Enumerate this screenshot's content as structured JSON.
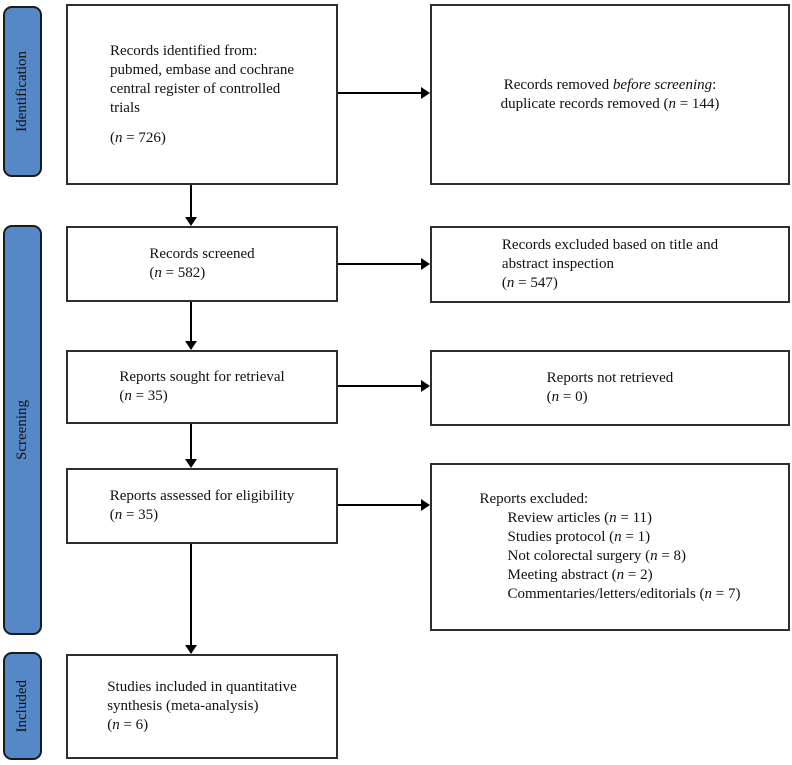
{
  "figure": {
    "name": "PRISMA flow diagram of study selection",
    "colors": {
      "stage_fill": "#5687c6",
      "stage_border": "#1b1b1b",
      "box_fill": "#ffffff",
      "box_border": "#2e2e2e",
      "arrow": "#000000",
      "text": "#111111",
      "background": "#ffffff"
    }
  },
  "stages": [
    {
      "id": "identification",
      "label": "Identification"
    },
    {
      "id": "screening",
      "label": "Screening"
    },
    {
      "id": "included",
      "label": "Included"
    }
  ],
  "boxes": {
    "records_identified": {
      "align": "left",
      "lines": [
        {
          "seg": [
            {
              "t": "Records identified from:"
            }
          ]
        },
        {
          "seg": [
            {
              "t": "pubmed, embase and cochrane"
            }
          ]
        },
        {
          "seg": [
            {
              "t": "central register of controlled"
            }
          ]
        },
        {
          "seg": [
            {
              "t": "trials"
            }
          ]
        },
        {
          "gap": true,
          "seg": [
            {
              "t": "("
            },
            {
              "t": "n",
              "i": true
            },
            {
              "t": " = 726)"
            }
          ]
        }
      ]
    },
    "records_removed": {
      "align": "center",
      "lines": [
        {
          "seg": [
            {
              "t": "Records removed "
            },
            {
              "t": "before screening",
              "i": true
            },
            {
              "t": ":"
            }
          ]
        },
        {
          "seg": [
            {
              "t": "duplicate records removed ("
            },
            {
              "t": "n",
              "i": true
            },
            {
              "t": " = 144)"
            }
          ]
        }
      ]
    },
    "records_screened": {
      "align": "left",
      "lines": [
        {
          "seg": [
            {
              "t": "Records screened"
            }
          ]
        },
        {
          "seg": [
            {
              "t": "("
            },
            {
              "t": "n",
              "i": true
            },
            {
              "t": " = 582)"
            }
          ]
        }
      ]
    },
    "records_excluded": {
      "align": "left",
      "lines": [
        {
          "seg": [
            {
              "t": "Records excluded based on title and"
            }
          ]
        },
        {
          "seg": [
            {
              "t": "abstract inspection"
            }
          ]
        },
        {
          "seg": [
            {
              "t": "("
            },
            {
              "t": "n",
              "i": true
            },
            {
              "t": " = 547)"
            }
          ]
        }
      ]
    },
    "reports_sought": {
      "align": "left",
      "lines": [
        {
          "seg": [
            {
              "t": "Reports sought for retrieval"
            }
          ]
        },
        {
          "seg": [
            {
              "t": "("
            },
            {
              "t": "n",
              "i": true
            },
            {
              "t": " = 35)"
            }
          ]
        }
      ]
    },
    "reports_not_retrieved": {
      "align": "left",
      "lines": [
        {
          "seg": [
            {
              "t": "Reports not retrieved"
            }
          ]
        },
        {
          "seg": [
            {
              "t": "("
            },
            {
              "t": "n",
              "i": true
            },
            {
              "t": " = 0)"
            }
          ]
        }
      ]
    },
    "reports_assessed": {
      "align": "left",
      "lines": [
        {
          "seg": [
            {
              "t": "Reports assessed for eligibility"
            }
          ]
        },
        {
          "seg": [
            {
              "t": "("
            },
            {
              "t": "n",
              "i": true
            },
            {
              "t": " = 35)"
            }
          ]
        }
      ]
    },
    "reports_excluded": {
      "align": "left",
      "lines": [
        {
          "seg": [
            {
              "t": "Reports excluded:"
            }
          ]
        },
        {
          "indent": true,
          "seg": [
            {
              "t": "Review articles ("
            },
            {
              "t": "n",
              "i": true
            },
            {
              "t": " = 11)"
            }
          ]
        },
        {
          "indent": true,
          "seg": [
            {
              "t": "Studies protocol ("
            },
            {
              "t": "n",
              "i": true
            },
            {
              "t": " = 1)"
            }
          ]
        },
        {
          "indent": true,
          "seg": [
            {
              "t": "Not colorectal surgery ("
            },
            {
              "t": "n",
              "i": true
            },
            {
              "t": " = 8)"
            }
          ]
        },
        {
          "indent": true,
          "seg": [
            {
              "t": "Meeting abstract ("
            },
            {
              "t": "n",
              "i": true
            },
            {
              "t": " = 2)"
            }
          ]
        },
        {
          "indent": true,
          "seg": [
            {
              "t": "Commentaries/letters/editorials ("
            },
            {
              "t": "n",
              "i": true
            },
            {
              "t": " = 7)"
            }
          ]
        }
      ]
    },
    "studies_included": {
      "align": "left",
      "lines": [
        {
          "seg": [
            {
              "t": "Studies included in quantitative"
            }
          ]
        },
        {
          "seg": [
            {
              "t": "synthesis (meta-analysis)"
            }
          ]
        },
        {
          "seg": [
            {
              "t": "("
            },
            {
              "t": "n",
              "i": true
            },
            {
              "t": " = 6)"
            }
          ]
        }
      ]
    }
  }
}
